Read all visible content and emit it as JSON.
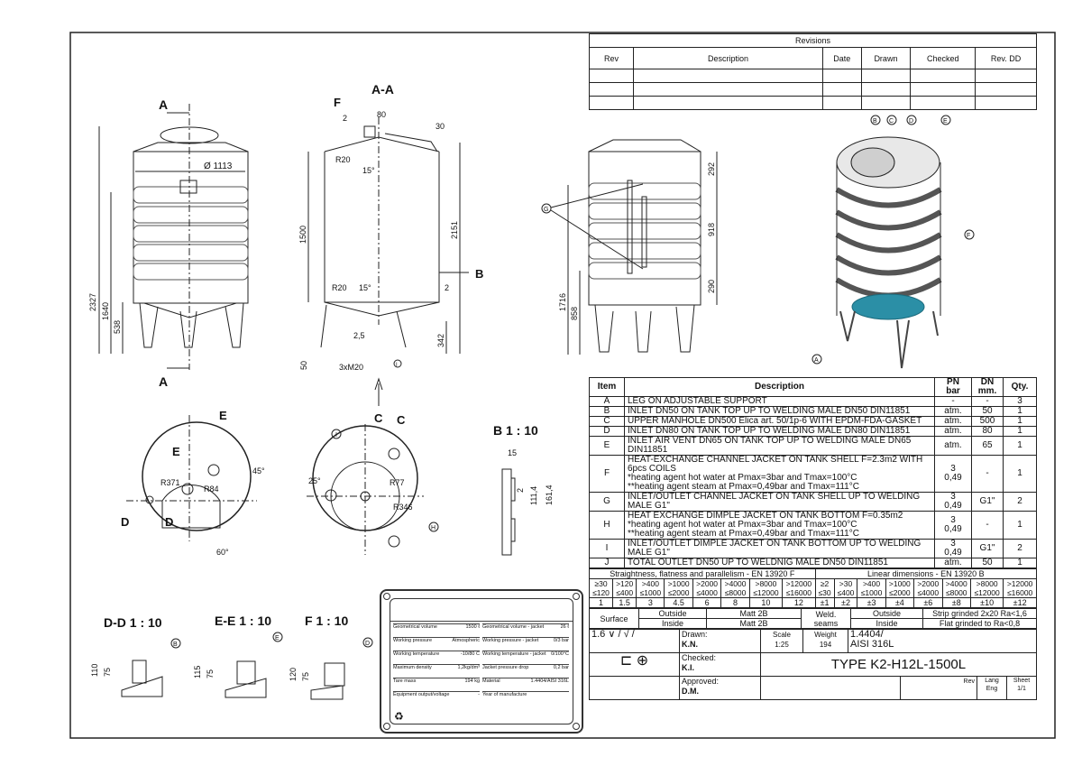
{
  "revisions": {
    "title": "Revisions",
    "columns": [
      "Rev",
      "Description",
      "Date",
      "Drawn",
      "Checked",
      "Rev. DD"
    ]
  },
  "views": {
    "front": {
      "marker_top": "A",
      "marker_bottom": "A",
      "dims": [
        "Ø 1113",
        "2327",
        "1640",
        "538"
      ]
    },
    "section": {
      "title": "A-A",
      "callouts": [
        "F",
        "B",
        "C"
      ],
      "dims": [
        "80",
        "30",
        "2",
        "R20",
        "15°",
        "1500",
        "2151",
        "R20",
        "15°",
        "2",
        "2,5",
        "342",
        "50",
        "3xM20"
      ],
      "item_marker": "I"
    },
    "side": {
      "callout": "G",
      "dims": [
        "292",
        "918",
        "290",
        "1716",
        "858"
      ]
    },
    "iso": {
      "callouts": [
        "B",
        "C",
        "D",
        "E",
        "F",
        "A"
      ]
    },
    "top": {
      "labels": [
        "E",
        "E",
        "D",
        "D"
      ],
      "dims": [
        "R371",
        "R84",
        "45°",
        "60°"
      ]
    },
    "bottom": {
      "title": "C",
      "dims": [
        "25°",
        "R77",
        "R346"
      ],
      "callouts": [
        "I",
        "H"
      ]
    },
    "detail_b": {
      "title": "B 1 : 10",
      "dims": [
        "15",
        "2",
        "111,4",
        "161,4"
      ]
    },
    "detail_dd": {
      "title": "D-D 1 : 10",
      "callout": "B",
      "dims": [
        "110",
        "75"
      ]
    },
    "detail_ee": {
      "title": "E-E 1 : 10",
      "callout": "E",
      "dims": [
        "115",
        "75"
      ]
    },
    "detail_f": {
      "title": "F 1 : 10",
      "callout": "D",
      "dims": [
        "120",
        "75"
      ]
    }
  },
  "nameplate": {
    "left": [
      {
        "label": "Geometrical volume",
        "value": "1500 ℓ"
      },
      {
        "label": "Working pressure",
        "value": "Atmospheric"
      },
      {
        "label": "Working temperature",
        "value": "-10/80 C"
      },
      {
        "label": "Maximum density",
        "value": "1,2kg/dm³"
      },
      {
        "label": "Tare mass",
        "value": "194 kg"
      },
      {
        "label": "Equipment output/voltage",
        "value": "-"
      }
    ],
    "right": [
      {
        "label": "Geometrical volume - jacket",
        "value": "26 ℓ"
      },
      {
        "label": "Working pressure - jacket",
        "value": "0/3 bar"
      },
      {
        "label": "Working temperature - jacket",
        "value": "0/100°C"
      },
      {
        "label": "Jacket pressure drop",
        "value": "0,2 bar"
      },
      {
        "label": "Material",
        "value": "1.4404/AISI 316L"
      },
      {
        "label": "Year of manufacture",
        "value": ""
      }
    ]
  },
  "parts": {
    "headers": {
      "item": "Item",
      "description": "Description",
      "pn": "PN",
      "pn_unit": "bar",
      "dn": "DN",
      "dn_unit": "mm.",
      "qty": "Qty."
    },
    "rows": [
      {
        "item": "A",
        "description": "LEG ON ADJUSTABLE SUPPORT",
        "pn": "-",
        "dn": "-",
        "qty": "3"
      },
      {
        "item": "B",
        "description": "INLET DN50 ON TANK TOP UP TO WELDING MALE DN50 DIN11851",
        "pn": "atm.",
        "dn": "50",
        "qty": "1"
      },
      {
        "item": "C",
        "description": "UPPER MANHOLE DN500 Elica art. 50/1p-6 WITH EPDM-FDA-GASKET",
        "pn": "atm.",
        "dn": "500",
        "qty": "1"
      },
      {
        "item": "D",
        "description": "INLET DN80 ON TANK TOP UP TO WELDING MALE DN80 DIN11851",
        "pn": "atm.",
        "dn": "80",
        "qty": "1"
      },
      {
        "item": "E",
        "description": "INLET AIR VENT DN65 ON TANK TOP UP TO WELDING MALE DN65 DIN11851",
        "pn": "atm.",
        "dn": "65",
        "qty": "1"
      },
      {
        "item": "F",
        "description": "HEAT-EXCHANGE CHANNEL JACKET ON TANK SHELL F=2.3m2 WITH 6pcs COILS\n*heating agent hot water at Pmax=3bar and Tmax=100°C\n**heating agent steam at Pmax=0,49bar and Tmax=111°C",
        "pn": "3\n0,49",
        "dn": "-",
        "qty": "1"
      },
      {
        "item": "G",
        "description": "INLET/OUTLET CHANNEL JACKET ON TANK SHELL UP TO WELDING MALE G1\"",
        "pn": "3\n0,49",
        "dn": "G1\"",
        "qty": "2"
      },
      {
        "item": "H",
        "description": "HEAT EXCHANGE DIMPLE JACKET ON TANK BOTTOM F=0.35m2\n*heating agent hot water at Pmax=3bar and Tmax=100°C\n**heating agent steam at Pmax=0,49bar and Tmax=111°C",
        "pn": "3\n0,49",
        "dn": "-",
        "qty": "1"
      },
      {
        "item": "I",
        "description": "INLET/OUTLET DIMPLE JACKET ON TANK BOTTOM UP TO WELDING MALE G1\"",
        "pn": "3\n0,49",
        "dn": "G1\"",
        "qty": "2"
      },
      {
        "item": "J",
        "description": "TOTAL OUTLET DN50 UP TO WELDNIG MALE DN50 DIN11851",
        "pn": "atm.",
        "dn": "50",
        "qty": "1"
      }
    ]
  },
  "tolerances": {
    "flatness_title": "Straightness, flatness and parallelism - EN 13920 F",
    "linear_title": "Linear dimensions - EN 13920 B",
    "flatness_ranges": [
      "≥30\n≤120",
      ">120\n≤400",
      ">400\n≤1000",
      ">1000\n≤2000",
      ">2000\n≤4000",
      ">4000\n≤8000",
      ">8000\n≤12000",
      ">12000\n≤16000"
    ],
    "flatness_values": [
      "1",
      "1.5",
      "3",
      "4.5",
      "6",
      "8",
      "10",
      "12"
    ],
    "linear_ranges": [
      "≥2\n≤30",
      ">30\n≤400",
      ">400\n≤1000",
      ">1000\n≤2000",
      ">2000\n≤4000",
      ">4000\n≤8000",
      ">8000\n≤12000",
      ">12000\n≤16000"
    ],
    "linear_values": [
      "±1",
      "±2",
      "±3",
      "±4",
      "±6",
      "±8",
      "±10",
      "±12"
    ]
  },
  "surface": {
    "label": "Surface",
    "outside": "Outside",
    "inside": "Inside",
    "outside_value": "Matt 2B",
    "inside_value": "Matt 2B",
    "weld_label": "Weld. seams",
    "weld_outside": "Outside",
    "weld_inside": "Inside",
    "weld_outside_value": "Strip grinded 2x20 Ra<1,6",
    "weld_inside_value": "Flat grinded to Ra<0,8"
  },
  "title_block": {
    "roughness": "1.6",
    "drawn_label": "Drawn:",
    "drawn": "K.N.",
    "checked_label": "Checked:",
    "checked": "K.I.",
    "approved_label": "Approved:",
    "approved": "D.M.",
    "scale_label": "Scale",
    "scale": "1:25",
    "weight_label": "Weight",
    "weight": "194",
    "material": "1.4404/\nAISI 316L",
    "type": "TYPE K2-H12L-1500L",
    "rev_label": "Rev",
    "lang_label": "Lang",
    "lang": "Eng",
    "sheet_label": "Sheet",
    "sheet": "1/1"
  },
  "colors": {
    "line": "#222222",
    "bottom_jacket": "#2b8fa6",
    "coil": "#6e6e6e"
  }
}
